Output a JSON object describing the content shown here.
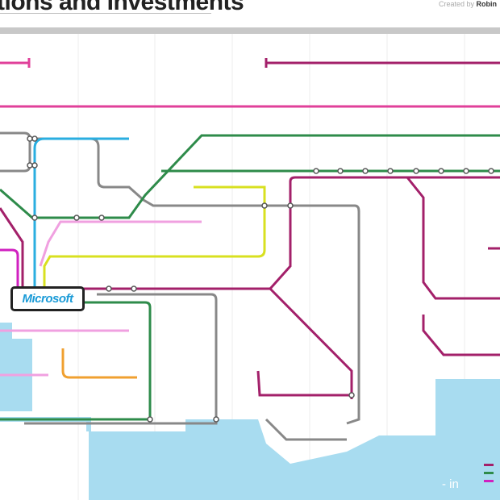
{
  "header": {
    "title": "tions and Investments",
    "credit_prefix": "Created by",
    "credit_name": "Robin"
  },
  "map": {
    "hub_label": "Microsoft",
    "line_colors": {
      "magenta": "#e0409a",
      "maroon": "#a3206a",
      "green": "#2e8b4a",
      "blue": "#2aaee0",
      "grey": "#888888",
      "yellow": "#d8e020",
      "pink": "#f0a0e0",
      "orange": "#f0a030",
      "water": "#a8dcf0"
    }
  },
  "legend": {
    "entries": [
      "maroon",
      "green",
      "magenta"
    ]
  },
  "watermark": "- in"
}
